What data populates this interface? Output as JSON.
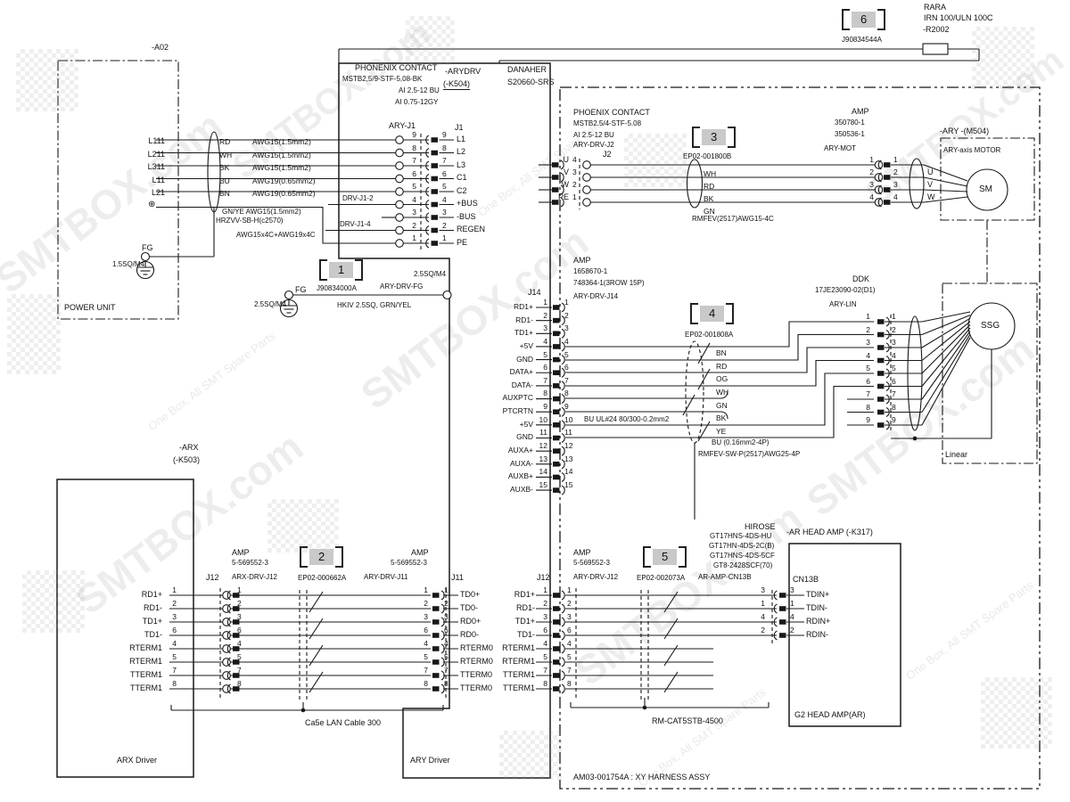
{
  "watermark": {
    "brand": "SMTBOX.com",
    "tagline": "One Box, All SMT Spare Parts"
  },
  "power": {
    "tag": "-A02",
    "name": "POWER UNIT",
    "fg": "FG",
    "fg_spec": "1.5SQ/M4",
    "rows": [
      {
        "t": "L111",
        "c": "RD",
        "s": "AWG15(1.5mm2)"
      },
      {
        "t": "L211",
        "c": "WH",
        "s": "AWG15(1.5mm2)"
      },
      {
        "t": "L311",
        "c": "BK",
        "s": "AWG15(1.5mm2)"
      },
      {
        "t": "L11",
        "c": "BU",
        "s": "AWG19(0.65mm2)"
      },
      {
        "t": "L21",
        "c": "BN",
        "s": "AWG19(0.65mm2)"
      }
    ],
    "gnd_sym": "⊕",
    "gnd_wire": "GN/YE  AWG15(1.5mm2)",
    "cable_type": "HRZVV-SB-H(c2570)",
    "cable_spec": "AWG15x4C+AWG19x4C"
  },
  "arydrv": {
    "tag": "-ARYDRV",
    "ref": "(-K504)",
    "maker": "PHONENIX CONTACT",
    "part1": "MSTB2,5/9-STF-5,08-BK",
    "part2": "AI 2.5-12 BU",
    "part3": "AI 0.75-12GY",
    "maker2": "DANAHER",
    "part4": "S20660-SRS",
    "label": "ARY Driver"
  },
  "j1": {
    "plug": "ARY-J1",
    "socket": "J1",
    "link2": "DRV-J1-2",
    "link4": "DRV-J1-4",
    "rows": [
      {
        "p": "9",
        "l": "L1"
      },
      {
        "p": "8",
        "l": "L2"
      },
      {
        "p": "7",
        "l": "L3"
      },
      {
        "p": "6",
        "l": "C1"
      },
      {
        "p": "5",
        "l": "C2"
      },
      {
        "p": "4",
        "l": "+BUS"
      },
      {
        "p": "3",
        "l": "-BUS"
      },
      {
        "p": "2",
        "l": "REGEN"
      },
      {
        "p": "1",
        "l": "PE"
      }
    ]
  },
  "fg_link": {
    "label": "FG",
    "spec_left": "2.5SQ/M4",
    "name": "ARY-DRV-FG",
    "spec_right": "2.5SQ/M4",
    "wire": "HKIV 2.5SQ, GRN/YEL"
  },
  "rara": {
    "name": "RARA",
    "model": "IRN 100/ULN 100C",
    "ref": "-R2002"
  },
  "tags": {
    "t1": {
      "no": "1",
      "part": "J90834000A"
    },
    "t2": {
      "no": "2",
      "part": "EP02-000662A"
    },
    "t3": {
      "no": "3",
      "part": "EP02-001800B"
    },
    "t4": {
      "no": "4",
      "part": "EP02-001808A"
    },
    "t5": {
      "no": "5",
      "part": "EP02-002073A"
    },
    "t6": {
      "no": "6",
      "part": "J90834544A"
    }
  },
  "j2": {
    "maker": "PHOENIX CONTACT",
    "part1": "MSTB2.5/4-STF-5.08",
    "part2": "AI 2.5-12 BU",
    "plug": "ARY-DRV-J2",
    "socket": "J2",
    "rows": [
      {
        "l": "U",
        "p": "4"
      },
      {
        "l": "V",
        "p": "3"
      },
      {
        "l": "W",
        "p": "2"
      },
      {
        "l": "PE",
        "p": "1"
      }
    ],
    "colors": [
      "WH",
      "RD",
      "BK",
      "GN"
    ],
    "cable": "RMFEV(2517)AWG15-4C"
  },
  "motor": {
    "maker": "AMP",
    "part1": "350780-1",
    "part2": "350536-1",
    "conn": "ARY-MOT",
    "pins": [
      "1",
      "2",
      "3",
      "4"
    ],
    "wire_labels": [
      "U",
      "V",
      "W"
    ],
    "tag": "-ARY -(M504)",
    "name": "ARY-axis MOTOR",
    "sym": "SM"
  },
  "j14": {
    "maker": "AMP",
    "part1": "1658670-1",
    "part2": "748364-1(3ROW 15P)",
    "plug": "ARY-DRV-J14",
    "socket": "J14",
    "rows": [
      {
        "p": "1",
        "l": "RD1+"
      },
      {
        "p": "2",
        "l": "RD1-"
      },
      {
        "p": "3",
        "l": "TD1+"
      },
      {
        "p": "4",
        "l": "+5V"
      },
      {
        "p": "5",
        "l": "GND"
      },
      {
        "p": "6",
        "l": "DATA+"
      },
      {
        "p": "7",
        "l": "DATA-"
      },
      {
        "p": "8",
        "l": "AUXPTC"
      },
      {
        "p": "9",
        "l": "PTCRTN"
      },
      {
        "p": "10",
        "l": "+5V"
      },
      {
        "p": "11",
        "l": "GND"
      },
      {
        "p": "12",
        "l": "AUXA+"
      },
      {
        "p": "13",
        "l": "AUXA-"
      },
      {
        "p": "14",
        "l": "AUXB+"
      },
      {
        "p": "15",
        "l": "AUXB-"
      }
    ],
    "wire10": "BU  UL#24 80/300-0.2mm2",
    "colors": [
      "BN",
      "RD",
      "OG",
      "WH",
      "GN",
      "BK",
      "YE"
    ],
    "bu_note": "BU   (0.16mm2-4P)",
    "cable": "RMFEV-SW-P(2517)AWG25-4P"
  },
  "linenc": {
    "maker": "DDK",
    "part": "17JE23090-02(D1)",
    "conn": "ARY-LIN",
    "pins": [
      "1",
      "2",
      "3",
      "4",
      "5",
      "6",
      "7",
      "8",
      "9"
    ],
    "sym": "SSG",
    "name": "Linear"
  },
  "arx": {
    "tag": "-ARX",
    "ref": "(-K503)",
    "label": "ARX Driver"
  },
  "lan": {
    "j12_label": "J12",
    "maker_l": "AMP",
    "part_l": "5-569552-3",
    "conn_l": "ARX-DRV-J12",
    "maker_r": "AMP",
    "part_r": "5-569552-3",
    "conn_r": "ARY-DRV-J11",
    "j11_label": "J11",
    "rows": [
      {
        "l": "RD1+",
        "p": "1"
      },
      {
        "l": "RD1-",
        "p": "2"
      },
      {
        "l": "TD1+",
        "p": "3"
      },
      {
        "l": "TD1-",
        "p": "6"
      },
      {
        "l": "RTERM1",
        "p": "4"
      },
      {
        "l": "RTERM1",
        "p": "5"
      },
      {
        "l": "TTERM1",
        "p": "7"
      },
      {
        "l": "TTERM1",
        "p": "8"
      }
    ],
    "rows_r": [
      {
        "p": "1",
        "l": "TD0+"
      },
      {
        "p": "2",
        "l": "TD0-"
      },
      {
        "p": "3",
        "l": "RD0+"
      },
      {
        "p": "6",
        "l": "RD0-"
      },
      {
        "p": "4",
        "l": "RTERM0"
      },
      {
        "p": "5",
        "l": "RTERM0"
      },
      {
        "p": "7",
        "l": "TTERM0"
      },
      {
        "p": "8",
        "l": "TTERM0"
      }
    ],
    "cable": "Ca5e LAN Cable 300"
  },
  "head": {
    "j12_label": "J12",
    "maker": "AMP",
    "part": "5-569552-3",
    "conn": "ARY-DRV-J12",
    "rows": [
      {
        "l": "RD1+",
        "p": "1"
      },
      {
        "l": "RD1-",
        "p": "2"
      },
      {
        "l": "TD1+",
        "p": "3"
      },
      {
        "l": "TD1-",
        "p": "6"
      },
      {
        "l": "RTERM1",
        "p": "4"
      },
      {
        "l": "RTERM1",
        "p": "5"
      },
      {
        "l": "TTERM1",
        "p": "7"
      },
      {
        "l": "TTERM1",
        "p": "8"
      }
    ],
    "hirose": {
      "maker": "HIROSE",
      "p1": "GT17HNS-4DS-HU",
      "p2": "GT17HN-4DS-2C(B)",
      "p3": "GT17HNS-4DS-5CF",
      "p4": "GT8-2428SCF(70)",
      "conn": "AR-AMP-CN13B"
    },
    "box": {
      "tag": "-AR HEAD AMP (-K317)",
      "conn": "CN13B",
      "rows": [
        {
          "po": "3",
          "pi": "3",
          "l": "TDIN+"
        },
        {
          "po": "1",
          "pi": "1",
          "l": "TDIN-"
        },
        {
          "po": "4",
          "pi": "4",
          "l": "RDIN+"
        },
        {
          "po": "2",
          "pi": "2",
          "l": "RDIN-"
        }
      ],
      "name": "G2 HEAD AMP(AR)"
    },
    "cable": "RM-CAT5STB-4500"
  },
  "harness": {
    "title": "AM03-001754A : XY HARNESS ASSY"
  }
}
